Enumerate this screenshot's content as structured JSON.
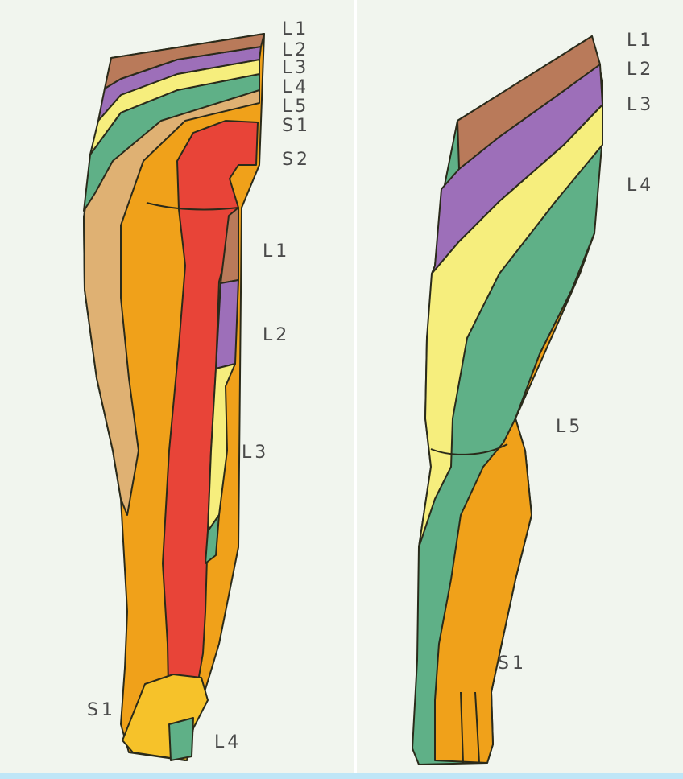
{
  "colors": {
    "L1": "#b97a5a",
    "L2": "#9d6fb9",
    "L3": "#f6ee7d",
    "L4": "#5fb087",
    "L5": "#dfb173",
    "S1": "#f0a11a",
    "S2": "#e84438",
    "outline": "#2a2a1a"
  },
  "front": {
    "top_labels": [
      "L1",
      "L2",
      "L3",
      "L4",
      "L5",
      "S1",
      "S2"
    ],
    "side_labels": [
      "L1",
      "L2",
      "L3"
    ],
    "bottom_labels": [
      "S1",
      "L4"
    ]
  },
  "back": {
    "top_labels": [
      "L1",
      "L2",
      "L3",
      "L4"
    ],
    "side_labels": [
      "L5",
      "S1"
    ]
  }
}
